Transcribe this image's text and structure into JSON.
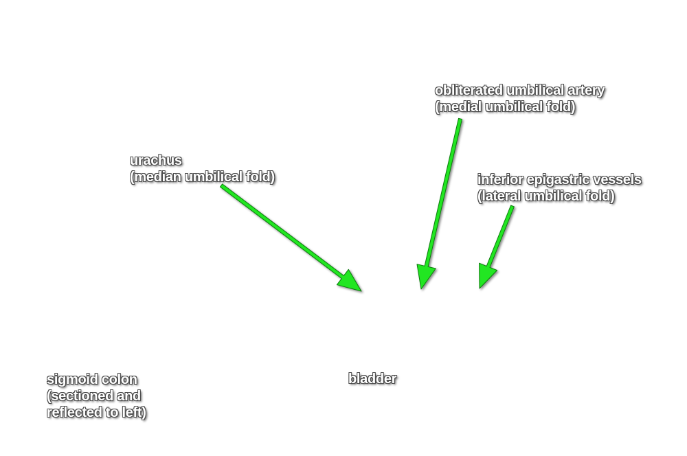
{
  "labels": {
    "urachus": {
      "line1": "urachus",
      "line2": "(median umbilical fold)"
    },
    "obliterated_umbilical_artery": {
      "line1": "obliterated umbilical artery",
      "line2": "(medial umbilical fold)"
    },
    "inferior_epigastric_vessels": {
      "line1": "inferior epigastric vessels",
      "line2": "(lateral umbilical fold)"
    },
    "sigmoid_colon": {
      "line1": "sigmoid colon",
      "line2": "(sectioned and",
      "line3": "reflected to left)"
    },
    "bladder": {
      "line1": "bladder"
    }
  },
  "colors": {
    "arrow": "#22e622",
    "arrow_outline": "#0d7a0d",
    "label_text": "#ffffff",
    "label_outline": "#4a4a4a",
    "background": "#ffffff"
  }
}
